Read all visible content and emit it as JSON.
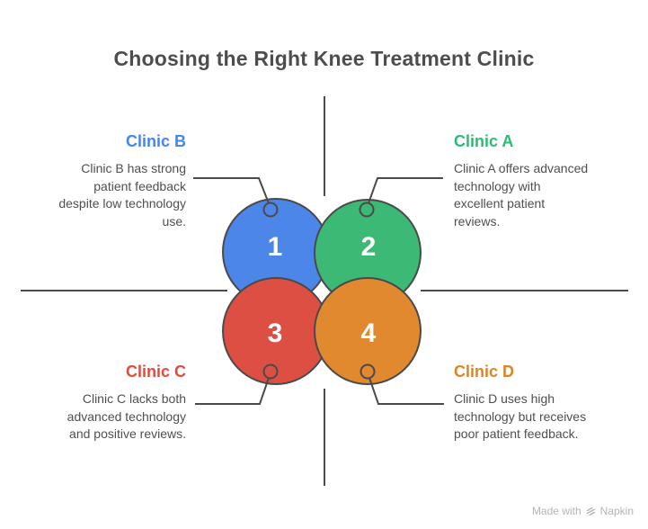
{
  "title": "Choosing the Right Knee Treatment Clinic",
  "colors": {
    "background": "#ffffff",
    "line": "#4a4a4a",
    "title_text": "#4d4d4d",
    "description_text": "#4f4f4f",
    "number_text": "#ffffff",
    "watermark_text": "#b5b5b5"
  },
  "clinics": [
    {
      "name": "Clinic B",
      "number": "1",
      "quadrant": "top-left",
      "accent": "#4285f4",
      "circle_fill": "#4c86e8",
      "description": "Clinic B has strong patient feedback despite low technology use.",
      "description_lines": [
        "Clinic B has strong",
        "patient feedback",
        "despite low technology",
        "use."
      ]
    },
    {
      "name": "Clinic A",
      "number": "2",
      "quadrant": "top-right",
      "accent": "#2eba77",
      "circle_fill": "#3cba75",
      "description": "Clinic A offers advanced technology with excellent patient reviews.",
      "description_lines": [
        "Clinic A offers advanced",
        "technology with",
        "excellent patient",
        "reviews."
      ]
    },
    {
      "name": "Clinic C",
      "number": "3",
      "quadrant": "bottom-left",
      "accent": "#e04b3d",
      "circle_fill": "#dd4f43",
      "description": "Clinic C lacks both advanced technology and positive reviews.",
      "description_lines": [
        "Clinic C lacks both",
        "advanced technology",
        "and positive reviews."
      ]
    },
    {
      "name": "Clinic D",
      "number": "4",
      "quadrant": "bottom-right",
      "accent": "#de8426",
      "circle_fill": "#e0892e",
      "description": "Clinic D uses high technology but receives poor patient feedback.",
      "description_lines": [
        "Clinic D uses high",
        "technology but receives",
        "poor patient feedback."
      ]
    }
  ],
  "watermark": {
    "prefix": "Made with",
    "brand": "Napkin"
  }
}
